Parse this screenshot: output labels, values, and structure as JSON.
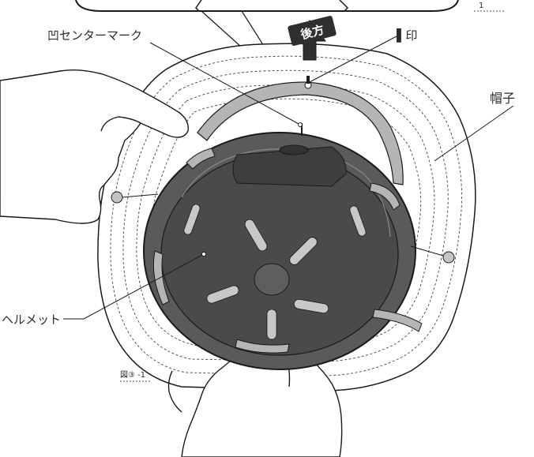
{
  "labels": {
    "direction_arrow": "後方",
    "center_mark": "凹センターマーク",
    "i_mark": "▌印",
    "hat": "帽子",
    "helmet": "ヘルメット",
    "figure_number": "図③ -1",
    "corner_tag": "1"
  },
  "colors": {
    "helmet_outer": "#5a5a5a",
    "helmet_inner": "#4a4a4a",
    "pad": "#b5b5b5",
    "outline": "#1a1a1a",
    "hat_dashes": "#444444",
    "marker_dot": "#c4c4c4",
    "arrow": "#2f2f2f"
  }
}
